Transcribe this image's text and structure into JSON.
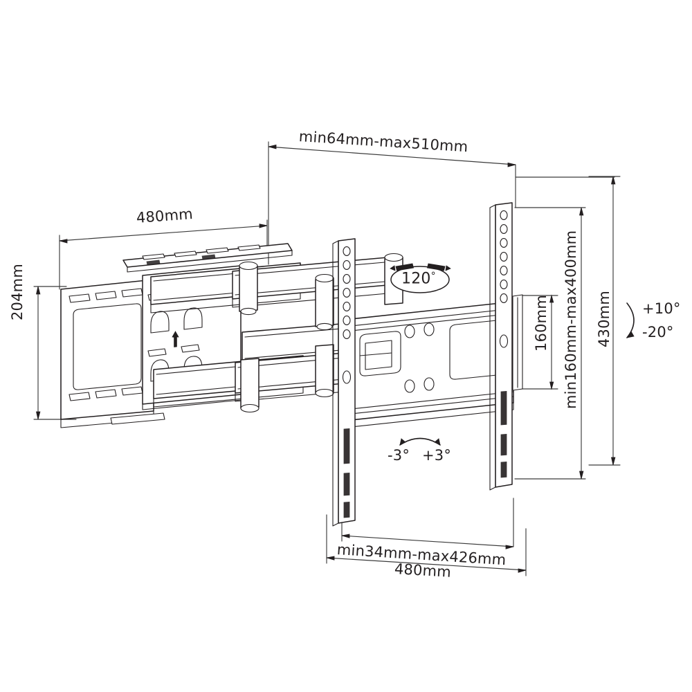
{
  "diagram": {
    "kind": "technical-line-drawing",
    "subject": "full-motion articulating TV wall mount bracket",
    "background_color": "#ffffff",
    "line_color": "#231f20",
    "dim_line_color": "#3a3a3a"
  },
  "dimensions": {
    "extension": "min64mm-max510mm",
    "wall_plate_width": "480mm",
    "wall_plate_height": "204mm",
    "tv_plate_hole_height": "160mm",
    "vesa_height_range": "min160mm-max400mm",
    "tv_plate_height": "430mm",
    "rail_spacing_range": "min34mm-max426mm",
    "tv_plate_width": "480mm"
  },
  "angles": {
    "swivel": "120",
    "swivel_degree_symbol": "°",
    "tilt_up": "+10°",
    "tilt_down": "-20°",
    "roll_left": "-3°",
    "roll_right": "+3°"
  },
  "icons": {
    "swivel_badge": "swivel-ellipse-icon",
    "tilt_arc": "tilt-arc-icon",
    "roll_arc": "roll-arc-icon"
  }
}
